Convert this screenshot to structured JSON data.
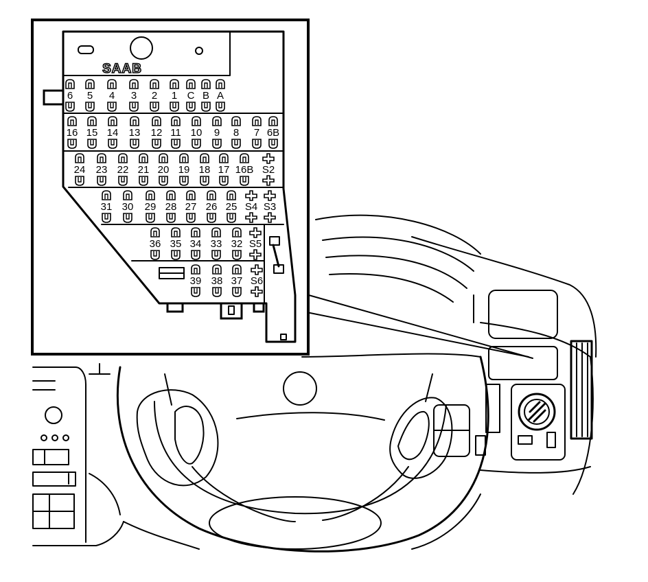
{
  "diagram": {
    "brand": "SAAB",
    "rows": [
      [
        "6",
        "5",
        "4",
        "3",
        "2",
        "1",
        "C",
        "B",
        "A"
      ],
      [
        "16",
        "15",
        "14",
        "13",
        "12",
        "11",
        "10",
        "9",
        "8",
        "7",
        "6B"
      ],
      [
        "24",
        "23",
        "22",
        "21",
        "20",
        "19",
        "18",
        "17",
        "16B",
        "S2"
      ],
      [
        "31",
        "30",
        "29",
        "28",
        "27",
        "26",
        "25",
        "S4",
        "S3"
      ],
      [
        "36",
        "35",
        "34",
        "33",
        "32",
        "S5"
      ],
      [
        "39",
        "38",
        "37",
        "S6"
      ]
    ],
    "relay_labels": [
      "S2",
      "S3",
      "S4",
      "S5",
      "S6"
    ],
    "colors": {
      "ink": "#000000",
      "paper": "#ffffff"
    }
  }
}
